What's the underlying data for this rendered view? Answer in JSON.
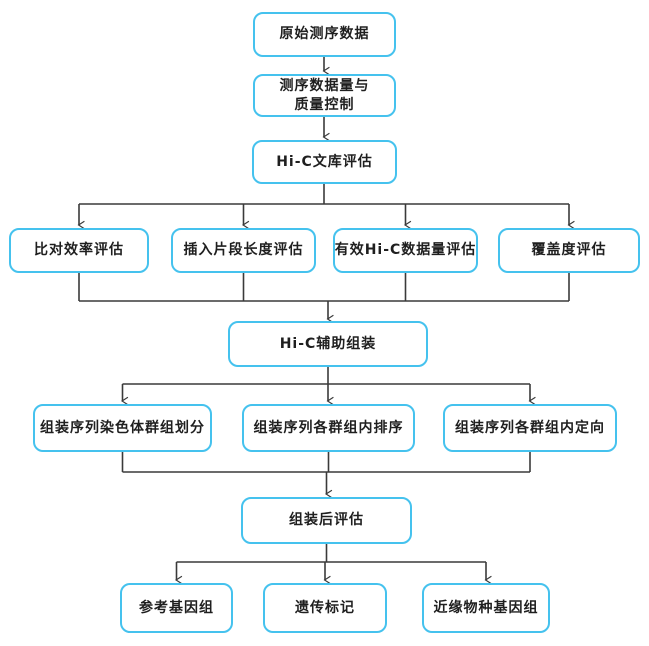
{
  "colors": {
    "box_border": "#45c2ee",
    "connector": "#3a3a3a",
    "text": "#1f1f1f",
    "background": "#ffffff"
  },
  "nodes": {
    "raw_data": {
      "label": "原始测序数据"
    },
    "qc": {
      "line1": "测序数据量与",
      "line2": "质量控制"
    },
    "library_eval": {
      "label": "Hi-C文库评估"
    },
    "align_eval": {
      "label": "比对效率评估"
    },
    "insert_eval": {
      "label": "插入片段长度评估"
    },
    "valid_data_eval": {
      "label": "有效Hi-C数据量评估"
    },
    "coverage_eval": {
      "label": "覆盖度评估"
    },
    "assembly": {
      "label": "Hi-C辅助组装"
    },
    "grouping": {
      "label": "组装序列染色体群组划分"
    },
    "ordering": {
      "label": "组装序列各群组内排序"
    },
    "orienting": {
      "label": "组装序列各群组内定向"
    },
    "post_eval": {
      "label": "组装后评估"
    },
    "ref_genome": {
      "label": "参考基因组"
    },
    "genetic_marker": {
      "label": "遗传标记"
    },
    "related_genome": {
      "label": "近缘物种基因组"
    }
  }
}
